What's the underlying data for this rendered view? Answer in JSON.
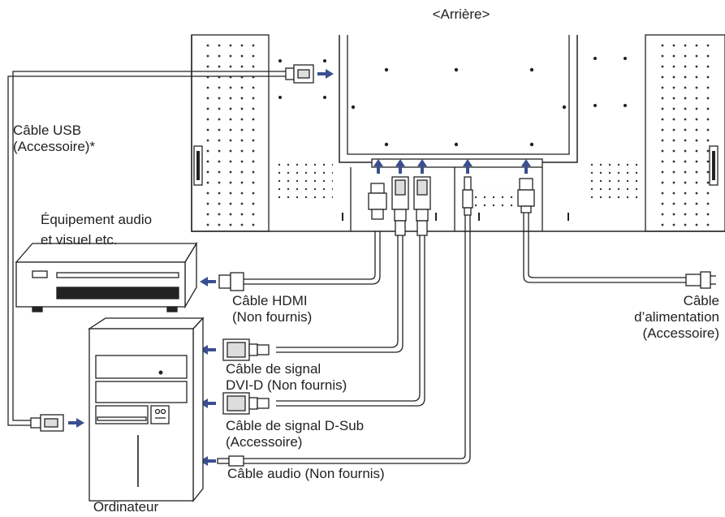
{
  "title": "<Arrière>",
  "labels": {
    "usb_cable": [
      "Câble USB",
      "(Accessoire)*"
    ],
    "av_equipment": [
      "Équipement audio",
      "et visuel etc."
    ],
    "hdmi_cable": [
      "Câble HDMI",
      "(Non fournis)"
    ],
    "dvi_cable": [
      "Câble de signal",
      "DVI-D (Non fournis)"
    ],
    "dsub_cable": [
      "Câble de signal D-Sub",
      "(Accessoire)"
    ],
    "audio_cable": "Câble audio (Non fournis)",
    "computer": "Ordinateur",
    "power_cable": [
      "Câble",
      "d’alimentation",
      "(Accessoire)"
    ]
  },
  "colors": {
    "arrow": "#3a4f8f",
    "line": "#222222",
    "cable_fill": "#ffffff"
  }
}
